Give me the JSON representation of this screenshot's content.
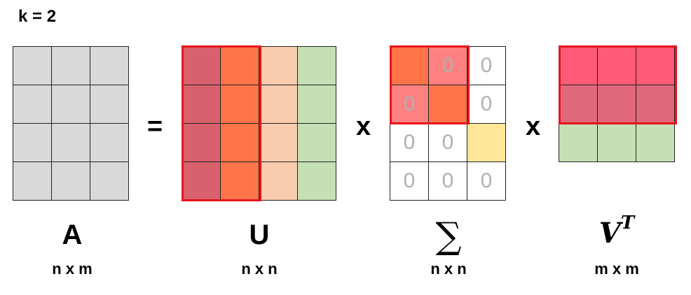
{
  "k_label": "k = 2",
  "operators": {
    "equals": "=",
    "times_1": "x",
    "times_2": "x"
  },
  "colors": {
    "gray": "#d9d9d9",
    "dark_pink": "#d9616e",
    "orange_red": "#ff7448",
    "peach": "#f8cbad",
    "light_green": "#c5e0b4",
    "light_red": "#ff8080",
    "yellow": "#ffe699",
    "pink_red": "#ff5a76",
    "mauve": "#e0687a",
    "white": "#ffffff",
    "highlight_border": "#e8141c"
  },
  "matrices": {
    "A": {
      "name": "A",
      "dims": "n x m",
      "cols": 3,
      "rows": [
        [
          {
            "c": "gray",
            "t": ""
          },
          {
            "c": "gray",
            "t": ""
          },
          {
            "c": "gray",
            "t": ""
          }
        ],
        [
          {
            "c": "gray",
            "t": ""
          },
          {
            "c": "gray",
            "t": ""
          },
          {
            "c": "gray",
            "t": ""
          }
        ],
        [
          {
            "c": "gray",
            "t": ""
          },
          {
            "c": "gray",
            "t": ""
          },
          {
            "c": "gray",
            "t": ""
          }
        ],
        [
          {
            "c": "gray",
            "t": ""
          },
          {
            "c": "gray",
            "t": ""
          },
          {
            "c": "gray",
            "t": ""
          }
        ]
      ]
    },
    "U": {
      "name": "U",
      "dims": "n x n",
      "cols": 4,
      "rows": [
        [
          {
            "c": "dark_pink",
            "t": ""
          },
          {
            "c": "orange_red",
            "t": ""
          },
          {
            "c": "peach",
            "t": ""
          },
          {
            "c": "light_green",
            "t": ""
          }
        ],
        [
          {
            "c": "dark_pink",
            "t": ""
          },
          {
            "c": "orange_red",
            "t": ""
          },
          {
            "c": "peach",
            "t": ""
          },
          {
            "c": "light_green",
            "t": ""
          }
        ],
        [
          {
            "c": "dark_pink",
            "t": ""
          },
          {
            "c": "orange_red",
            "t": ""
          },
          {
            "c": "peach",
            "t": ""
          },
          {
            "c": "light_green",
            "t": ""
          }
        ],
        [
          {
            "c": "dark_pink",
            "t": ""
          },
          {
            "c": "orange_red",
            "t": ""
          },
          {
            "c": "peach",
            "t": ""
          },
          {
            "c": "light_green",
            "t": ""
          }
        ]
      ]
    },
    "Sigma": {
      "name": "∑",
      "dims": "n x n",
      "cols": 3,
      "rows": [
        [
          {
            "c": "orange_red",
            "t": ""
          },
          {
            "c": "light_red",
            "t": "0"
          },
          {
            "c": "white",
            "t": "0"
          }
        ],
        [
          {
            "c": "light_red",
            "t": "0"
          },
          {
            "c": "orange_red",
            "t": ""
          },
          {
            "c": "white",
            "t": "0"
          }
        ],
        [
          {
            "c": "white",
            "t": "0"
          },
          {
            "c": "white",
            "t": "0"
          },
          {
            "c": "yellow",
            "t": ""
          }
        ],
        [
          {
            "c": "white",
            "t": "0"
          },
          {
            "c": "white",
            "t": "0"
          },
          {
            "c": "white",
            "t": "0"
          }
        ]
      ]
    },
    "VT": {
      "name": "V",
      "name_sup": "T",
      "dims": "m x m",
      "cols": 3,
      "rows": [
        [
          {
            "c": "pink_red",
            "t": ""
          },
          {
            "c": "pink_red",
            "t": ""
          },
          {
            "c": "pink_red",
            "t": ""
          }
        ],
        [
          {
            "c": "mauve",
            "t": ""
          },
          {
            "c": "mauve",
            "t": ""
          },
          {
            "c": "mauve",
            "t": ""
          }
        ],
        [
          {
            "c": "light_green",
            "t": ""
          },
          {
            "c": "light_green",
            "t": ""
          },
          {
            "c": "light_green",
            "t": ""
          }
        ]
      ]
    }
  }
}
